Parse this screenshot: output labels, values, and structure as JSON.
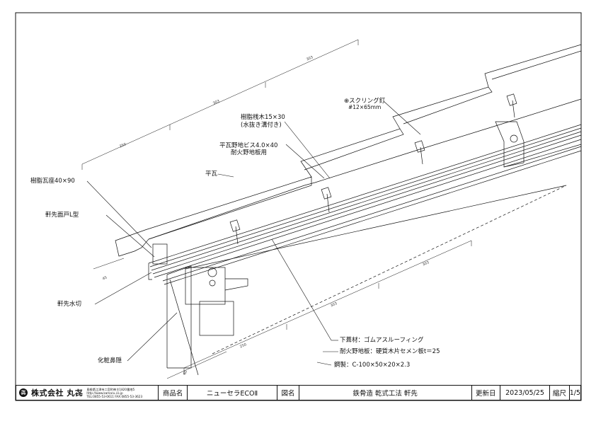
{
  "labels": {
    "screw_nail": "⊕スクリング釘",
    "screw_nail_size": "#12×65mm",
    "batten": "樹脂桟木15×30",
    "batten_note": "(水抜き溝付き)",
    "screw": "平瓦野地ビス4.0×40",
    "screw_note": "耐火野地板用",
    "flat_tile": "平瓦",
    "tile_seat": "樹脂瓦座40×90",
    "eaves_face": "軒先面戸L型",
    "eaves_flashing": "軒先水切",
    "decor_gable": "化粧鼻隠",
    "underlay": "下葺材：ゴムアスルーフィング",
    "sheathing": "耐火野地板：硬質木片セメン板t＝25",
    "steel": "鋼製：C-100×50×20×2.3"
  },
  "dimensions": {
    "d1": "303",
    "d2": "303",
    "d3": "250",
    "d4": "303",
    "d5": "303",
    "d6": "250",
    "d7": "45",
    "d8": "60"
  },
  "title_block": {
    "company_name": "株式会社 丸㐂",
    "company_logo": "㐂",
    "company_address": "島根県江津市二宮町神主1820番地5",
    "company_url": "http://www.kamaru.co.jp",
    "company_tel": "TEL:0855-53-0611 FAX:0855-53-3623",
    "product_label": "商品名",
    "product_value": "ニューセラECOⅡ",
    "drawing_label": "図名",
    "drawing_value": "鉄骨造 乾式工法 軒先",
    "updated_label": "更新日",
    "updated_value": "2023/05/25",
    "scale_label": "縮尺",
    "scale_value": "1/5"
  }
}
